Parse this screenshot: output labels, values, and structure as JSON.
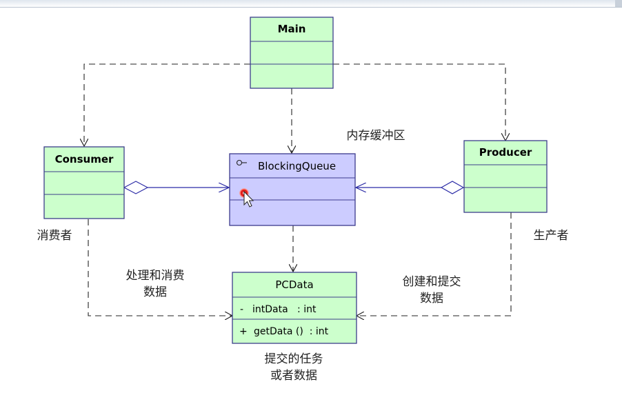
{
  "classes": {
    "main": {
      "name": "Main"
    },
    "consumer": {
      "name": "Consumer"
    },
    "producer": {
      "name": "Producer"
    },
    "queue": {
      "name": "BlockingQueue",
      "icon": "interface-lollipop-icon"
    },
    "pcdata": {
      "name": "PCData",
      "attribute": {
        "visibility": "-",
        "text": "intData   : int"
      },
      "operation": {
        "visibility": "+",
        "text": "getData ()  : int"
      }
    }
  },
  "annotations": {
    "buffer": "内存缓冲区",
    "consumer_role": "消费者",
    "producer_role": "生产者",
    "consume_line1": "处理和消费",
    "consume_line2": "数据",
    "produce_line1": "创建和提交",
    "produce_line2": "数据",
    "task_line1": "提交的任务",
    "task_line2": "或者数据"
  },
  "colors": {
    "class_fill": "#ccffcc",
    "class_border": "#3b3d8a",
    "queue_fill": "#ccccff",
    "queue_border": "#3c3a8c",
    "aggregation_line": "#2b2ba6",
    "dependency_line": "#222222",
    "cursor_dot": "#e0201c"
  }
}
